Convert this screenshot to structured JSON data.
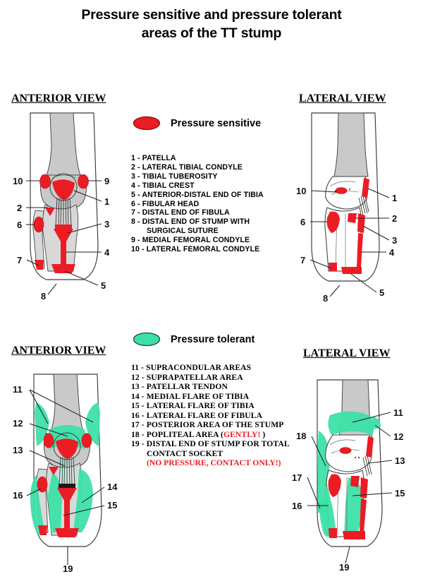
{
  "title": {
    "line1": "Pressure sensitive and pressure tolerant",
    "line2": "areas of the TT stump"
  },
  "views": {
    "top_left": "ANTERIOR VIEW",
    "top_right": "LATERAL VIEW",
    "bottom_left": "ANTERIOR VIEW",
    "bottom_right": "LATERAL VIEW"
  },
  "legends": {
    "sensitive": {
      "label": "Pressure sensitive",
      "swatch_icon": "red-ellipse-icon",
      "color": "#ec1c24"
    },
    "tolerant": {
      "label": "Pressure tolerant",
      "swatch_icon": "green-ellipse-icon",
      "color": "#3ee0a8"
    }
  },
  "sensitive_list": [
    {
      "num": "1",
      "text": "1 - PATELLA"
    },
    {
      "num": "2",
      "text": "2 - LATERAL  TIBIAL  CONDYLE"
    },
    {
      "num": "3",
      "text": "3 - TIBIAL  TUBEROSITY"
    },
    {
      "num": "4",
      "text": "4 - TIBIAL  CREST"
    },
    {
      "num": "5",
      "text": "5 - ANTERIOR-DISTAL  END  OF TIBIA"
    },
    {
      "num": "6",
      "text": "6 - FIBULAR  HEAD"
    },
    {
      "num": "7",
      "text": "7 - DISTAL  END  OF FIBULA"
    },
    {
      "num": "8",
      "text": "8 - DISTAL  END  OF  STUMP  WITH",
      "cont": "SURGICAL   SUTURE"
    },
    {
      "num": "9",
      "text": "9 - MEDIAL  FEMORAL  CONDYLE"
    },
    {
      "num": "10",
      "text": "10 - LATERAL  FEMORAL  CONDYLE"
    }
  ],
  "tolerant_list": [
    {
      "num": "11",
      "text": "11 - SUPRACONDULAR  AREAS"
    },
    {
      "num": "12",
      "text": "12 - SUPRAPATELLAR  AREA"
    },
    {
      "num": "13",
      "text": "13 - PATELLAR  TENDON"
    },
    {
      "num": "14",
      "text": "14 - MEDIAL  FLARE  OF TIBIA"
    },
    {
      "num": "15",
      "text": "15 - LATERAL  FLARE  OF TIBIA"
    },
    {
      "num": "16",
      "text": "16 - LATERAL  FLARE  OF FIBULA"
    },
    {
      "num": "17",
      "text": "17 - POSTERIOR  AREA  OF THE  STUMP"
    },
    {
      "num": "18",
      "text": "18 - POPLITEAL  AREA (",
      "emphasis": "GENTLY!",
      "text_after": " )"
    },
    {
      "num": "19",
      "text": "19 - DISTAL END OF STUMP FOR TOTAL",
      "cont": "CONTACT  SOCKET",
      "note": "(NO PRESSURE, CONTACT ONLY!)"
    }
  ],
  "figure_labels": {
    "anterior_sensitive": [
      "10",
      "2",
      "6",
      "7",
      "8",
      "9",
      "1",
      "3",
      "4",
      "5"
    ],
    "lateral_sensitive": [
      "10",
      "6",
      "7",
      "8",
      "1",
      "2",
      "3",
      "4",
      "5"
    ],
    "anterior_tolerant": [
      "11",
      "12",
      "13",
      "16",
      "14",
      "15",
      "19"
    ],
    "lateral_tolerant": [
      "18",
      "17",
      "16",
      "11",
      "12",
      "13",
      "15",
      "19"
    ]
  },
  "colors": {
    "sensitive_red": "#ec1c24",
    "tolerant_green": "#3ee0a8",
    "bone_grey": "#c9c9c9",
    "socket_outline": "#3a3a3a",
    "warning_red": "#ef1b26"
  }
}
